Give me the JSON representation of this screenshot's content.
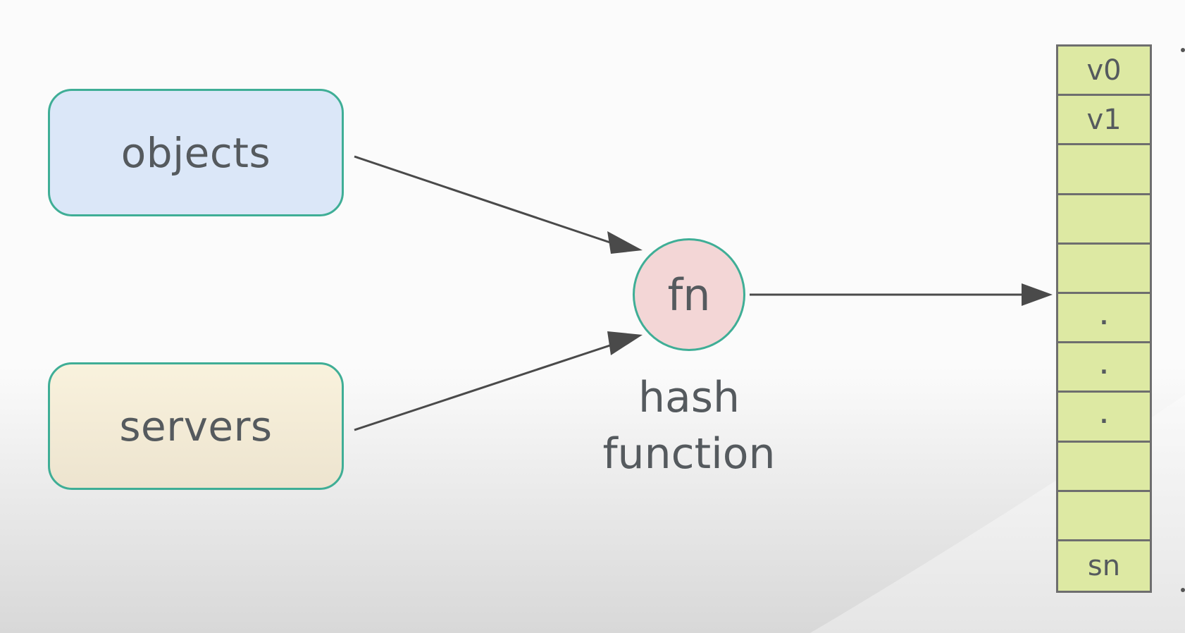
{
  "nodes": {
    "objects_label": "objects",
    "servers_label": "servers",
    "fn_label": "fn",
    "fn_caption_line1": "hash",
    "fn_caption_line2": "function"
  },
  "table": {
    "cells": [
      "v0",
      "v1",
      "",
      "",
      "",
      ".",
      ".",
      ".",
      "",
      "",
      "sn"
    ]
  },
  "colors": {
    "box_border": "#3fae96",
    "objects_fill": "#dbe7f8",
    "servers_fill": "#f5ecd6",
    "fn_fill": "#f3d6d6",
    "table_fill": "#dde9a3",
    "arrow": "#4a4a4a",
    "text": "#555a5e"
  }
}
